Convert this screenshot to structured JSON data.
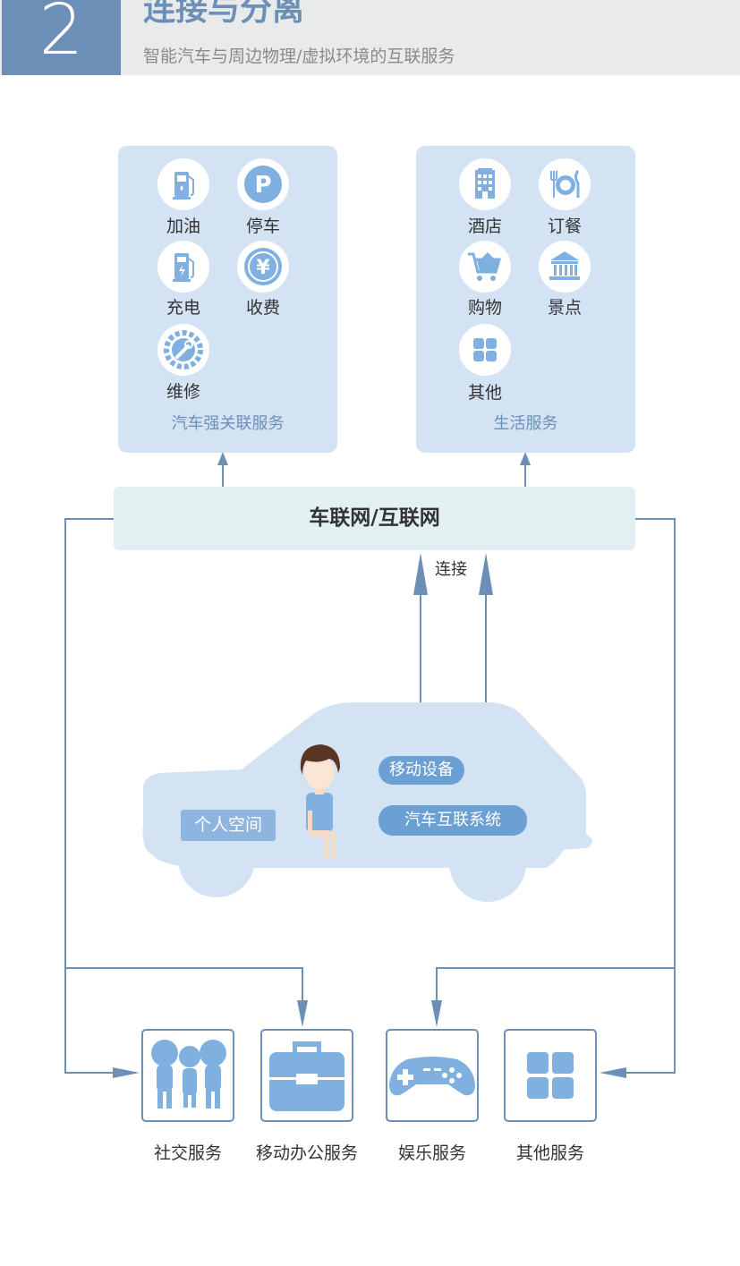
{
  "header": {
    "number": "2",
    "title": "连接与分离",
    "subtitle": "智能汽车与周边物理/虚拟环境的互联服务"
  },
  "car_services": {
    "caption": "汽车强关联服务",
    "items": [
      {
        "label": "加油",
        "icon": "fuel-pump-icon"
      },
      {
        "label": "停车",
        "icon": "parking-icon"
      },
      {
        "label": "充电",
        "icon": "charging-station-icon"
      },
      {
        "label": "收费",
        "icon": "yen-coin-icon"
      },
      {
        "label": "维修",
        "icon": "wrench-gear-icon"
      }
    ]
  },
  "life_services": {
    "caption": "生活服务",
    "items": [
      {
        "label": "酒店",
        "icon": "hotel-icon"
      },
      {
        "label": "订餐",
        "icon": "dining-icon"
      },
      {
        "label": "购物",
        "icon": "shopping-cart-icon"
      },
      {
        "label": "景点",
        "icon": "landmark-icon"
      },
      {
        "label": "其他",
        "icon": "grid-icon"
      }
    ]
  },
  "network": {
    "label": "车联网/互联网"
  },
  "connect_label": "连接",
  "car": {
    "personal_space": "个人空间",
    "mobile_device": "移动设备",
    "vehicle_system": "汽车互联系统"
  },
  "bottom_services": [
    {
      "label": "社交服务",
      "icon": "people-icon"
    },
    {
      "label": "移动办公服务",
      "icon": "briefcase-icon"
    },
    {
      "label": "娱乐服务",
      "icon": "gamepad-icon"
    },
    {
      "label": "其他服务",
      "icon": "grid-icon"
    }
  ],
  "colors": {
    "accent": "#6c8fb7",
    "panel": "#d3e3f4",
    "network_bar": "#e2f0f1",
    "icon_blue": "#7fb0df",
    "pill": "#6c9fd3"
  }
}
